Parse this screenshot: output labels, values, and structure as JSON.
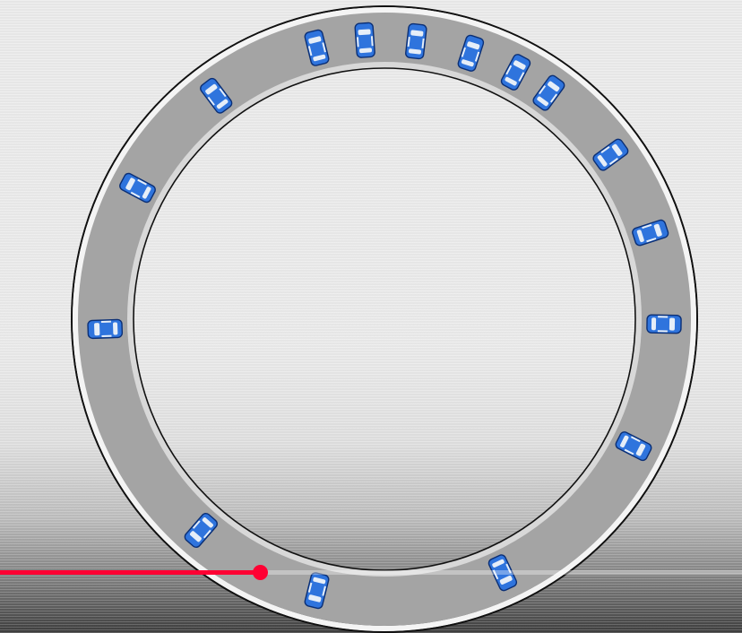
{
  "video": {
    "scene": "ring-road-traffic",
    "colors": {
      "asphalt": "#a4a4a4",
      "shoulder": "#d8d8d8",
      "edge_line": "#111111",
      "car_body": "#2f74dd",
      "car_outline": "#0b2f75",
      "car_glass": "#e6eef8",
      "progress_played": "#ff0033"
    },
    "cars": [
      {
        "label": "car-1",
        "angle_deg": 276.5
      },
      {
        "label": "car-2",
        "angle_deg": 266
      },
      {
        "label": "car-3",
        "angle_deg": 256
      },
      {
        "label": "car-4",
        "angle_deg": 288
      },
      {
        "label": "car-5",
        "angle_deg": 298
      },
      {
        "label": "car-6",
        "angle_deg": 306
      },
      {
        "label": "car-7",
        "angle_deg": 324
      },
      {
        "label": "car-8",
        "angle_deg": 342
      },
      {
        "label": "car-9",
        "angle_deg": 1
      },
      {
        "label": "car-10",
        "angle_deg": 27
      },
      {
        "label": "car-11",
        "angle_deg": 65
      },
      {
        "label": "car-12",
        "angle_deg": 104
      },
      {
        "label": "car-13",
        "angle_deg": 131
      },
      {
        "label": "car-14",
        "angle_deg": 178
      },
      {
        "label": "car-15",
        "angle_deg": 208
      },
      {
        "label": "car-16",
        "angle_deg": 233
      }
    ]
  },
  "player": {
    "progress_fraction": 0.35
  }
}
